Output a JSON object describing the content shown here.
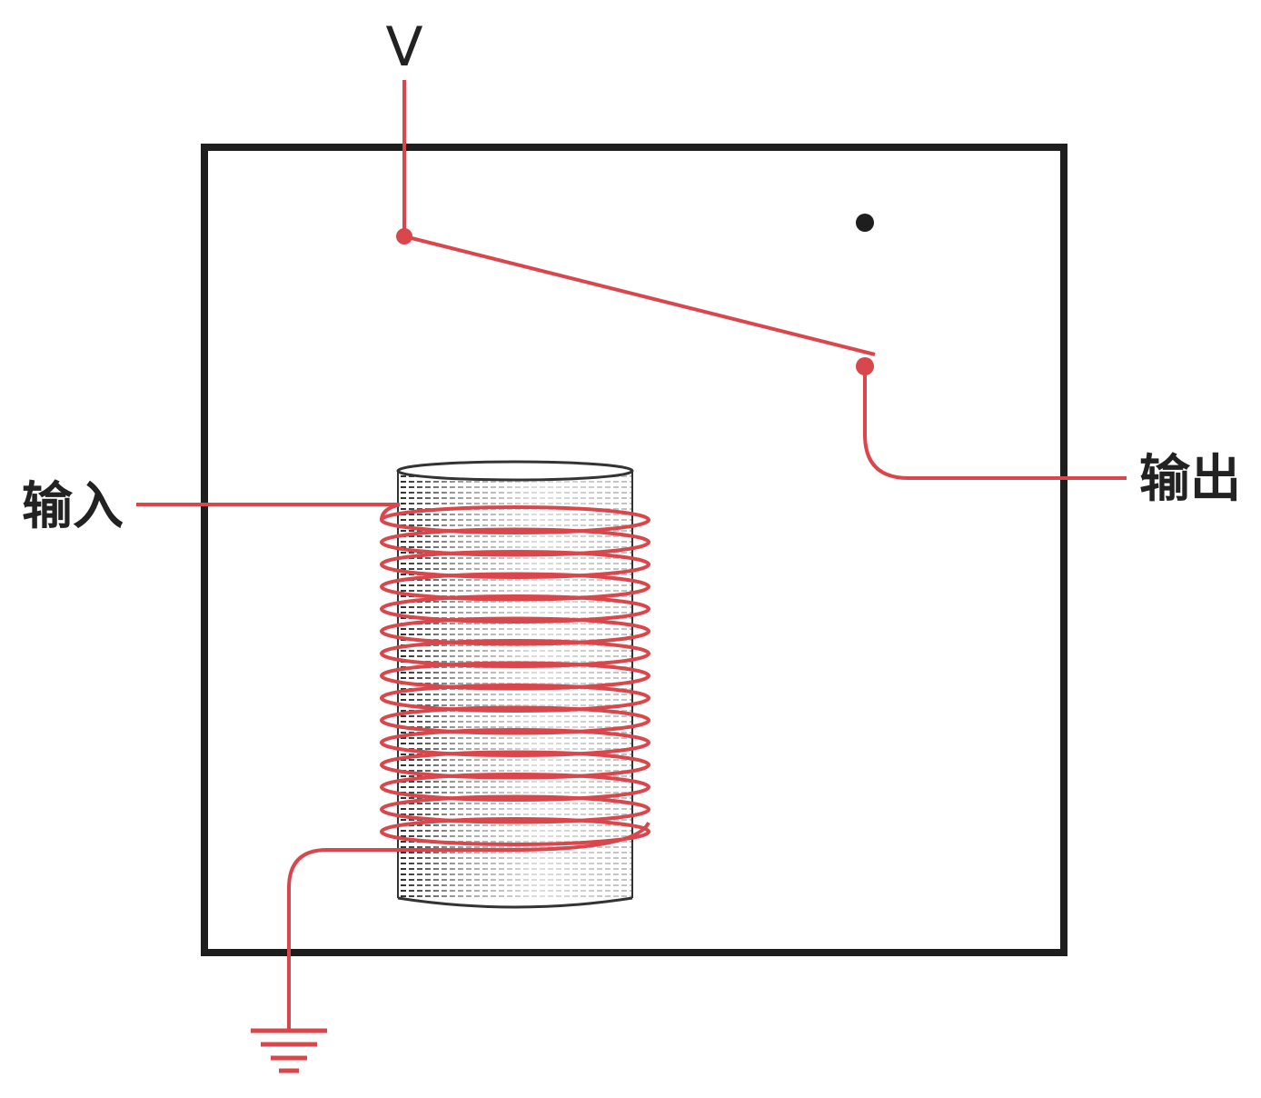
{
  "labels": {
    "supply": "V",
    "input": "输入",
    "output": "输出"
  },
  "parts": {
    "enclosure": "relay-box",
    "switch_arm": "armature",
    "coil": "solenoid-coil",
    "core": "iron-core",
    "ground": "ground-symbol"
  },
  "colors": {
    "wire": "#d9474c",
    "frame": "#1e1e1e",
    "label": "#222222"
  }
}
